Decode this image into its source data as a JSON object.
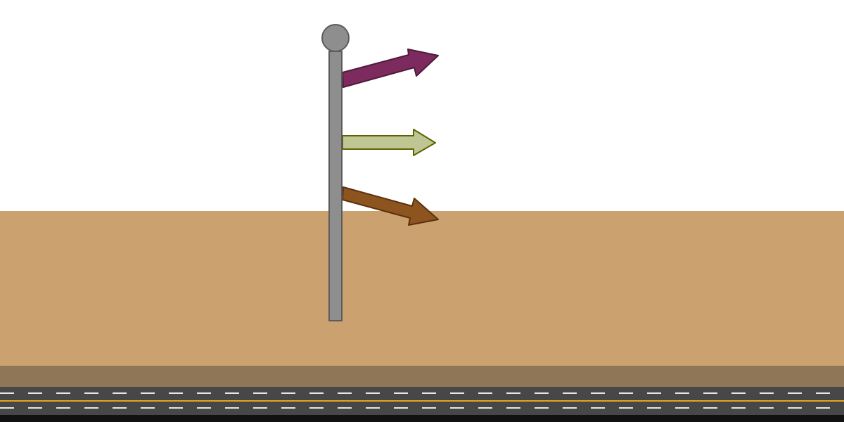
{
  "scene": {
    "colors": {
      "sky": "#ffffff",
      "ground": "#cba26f",
      "road_shoulder": "#8f7656",
      "road": "#474747",
      "lane_dashes": "#e6e6e6",
      "center_line": "#e8a317",
      "road_edge": "#111111",
      "pole": "#8e8e8e",
      "pole_outline": "#5c5c5c",
      "pole_cap": "#8e8e8e"
    }
  },
  "signpost": {
    "signs": [
      {
        "name": "top-sign",
        "icon": "arrow-up-right-icon",
        "direction": "up-right",
        "color": "#7d2b5e",
        "outline": "#4f1a3b"
      },
      {
        "name": "middle-sign",
        "icon": "arrow-right-icon",
        "direction": "right",
        "color": "#bfc693",
        "outline": "#5f6200"
      },
      {
        "name": "bottom-sign",
        "icon": "arrow-down-right-icon",
        "direction": "down-right",
        "color": "#8e541f",
        "outline": "#5a3110"
      }
    ]
  }
}
